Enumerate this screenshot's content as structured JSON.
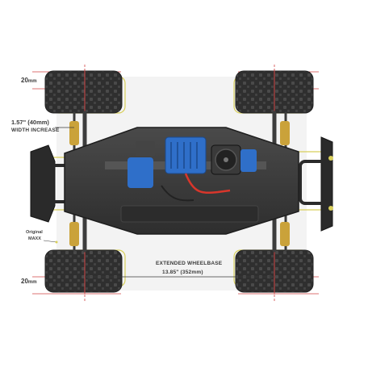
{
  "annotations": {
    "track_offset_top": {
      "value": "20",
      "unit": "mm"
    },
    "track_offset_bottom": {
      "value": "20",
      "unit": "mm"
    },
    "width_increase": {
      "line1": "1.57\" (40mm)",
      "line2": "WIDTH INCREASE"
    },
    "original_maxx": {
      "line1": "Original",
      "line2": "MAXX"
    },
    "wheelbase": {
      "line1": "EXTENDED WHEELBASE",
      "line2": "13.85\" (352mm)"
    }
  },
  "colors": {
    "tire": "#2b2b2b",
    "tire_tread": "#3d3d3d",
    "chassis": "#3a3a3a",
    "esc_blue": "#2f6fc9",
    "red_guide": "#d04545",
    "yellow_guide": "#d8cf5a",
    "wire_red": "#d8362b"
  },
  "icons": [
    "tire-icon",
    "motor-icon",
    "esc-icon",
    "battery-tray-icon",
    "bumper-icon",
    "fan-icon"
  ]
}
